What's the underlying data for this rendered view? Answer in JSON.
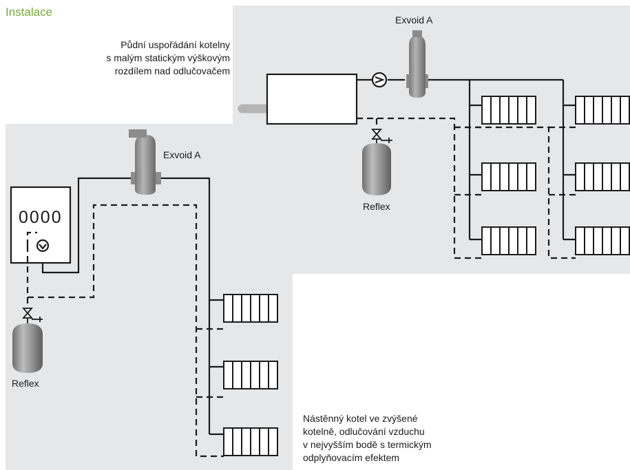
{
  "page": {
    "heading": "Instalace"
  },
  "top_scheme": {
    "caption": [
      "Půdní uspořádání kotelny",
      "s malým statickým výškovým",
      "rozdílem nad odlučovačem"
    ],
    "separator_label": "Exvoid A",
    "vessel_label": "Reflex"
  },
  "bottom_scheme": {
    "caption": [
      "Nástěnný kotel ve zvýšené",
      "kotelně, odlučování vzduchu",
      "v nejvyšším bodě s termickým",
      "odplyňovacím efektem"
    ],
    "separator_label": "Exvoid A",
    "vessel_label": "Reflex",
    "boiler_display": "0000"
  },
  "colors": {
    "heading": "#76a83a",
    "panel": "#e6e7e8",
    "line": "#1a1a1a",
    "device": "#8c8c8c"
  }
}
